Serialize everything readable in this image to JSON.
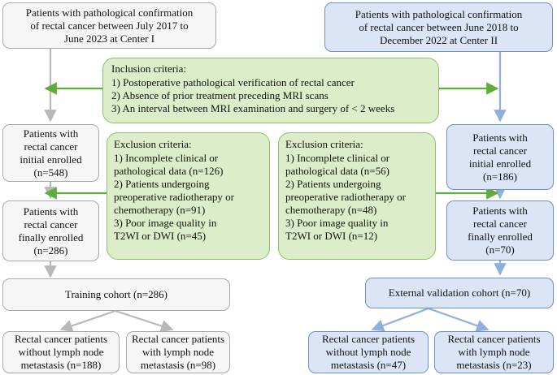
{
  "nodes": {
    "c1_source": [
      "Patients with  pathological confirmation",
      "of rectal cancer between July 2017 to",
      "June 2023 at Center I"
    ],
    "c2_source": [
      "Patients with  pathological confirmation",
      "of rectal cancer between June 2018 to",
      "December 2022 at Center II"
    ],
    "inclusion": [
      "Inclusion criteria:",
      "1) Postoperative pathological verification of rectal cancer",
      "2) Absence of prior treatment preceding MRI scans",
      "3) An interval between MRI examination and surgery of < 2 weeks"
    ],
    "c1_initial": [
      "Patients with",
      "rectal cancer",
      "initial enrolled",
      "(n=548)"
    ],
    "c2_initial": [
      "Patients with",
      "rectal cancer",
      "initial enrolled",
      "(n=186)"
    ],
    "c1_exclusion": [
      "Exclusion  criteria:",
      "1) Incomplete clinical or",
      "pathological data (n=126)",
      "2) Patients undergoing",
      "preoperative radiotherapy or",
      "chemotherapy (n=91)",
      "3) Poor image quality in",
      "T2WI or DWI (n=45)"
    ],
    "c2_exclusion": [
      "Exclusion  criteria:",
      "1) Incomplete clinical or",
      "pathological data (n=56)",
      "2) Patients undergoing",
      "preoperative radiotherapy or",
      "chemotherapy (n=48)",
      "3) Poor image quality in",
      "T2WI or DWI (n=12)"
    ],
    "c1_final": [
      "Patients with",
      "rectal cancer",
      "finally enrolled",
      "(n=286)"
    ],
    "c2_final": [
      "Patients with",
      "rectal cancer",
      "finally enrolled",
      "(n=70)"
    ],
    "training": [
      "Training cohort (n=286)"
    ],
    "validation": [
      "External validation cohort (n=70)"
    ],
    "train_neg": [
      "Rectal cancer patients",
      "without lymph node",
      "metastasis (n=188)"
    ],
    "train_pos": [
      "Rectal cancer patients",
      "with lymph node",
      "metastasis (n=98)"
    ],
    "val_neg": [
      "Rectal cancer patients",
      "without lymph node",
      "metastasis (n=47)"
    ],
    "val_pos": [
      "Rectal cancer patients",
      "with lymph node",
      "metastasis (n=23)"
    ]
  },
  "colors": {
    "center1_fill": "#f6f6f6",
    "center1_border": "#a9a9a9",
    "center1_arrow": "#b8b8b8",
    "center2_fill": "#dbe5f6",
    "center2_border": "#6f8fc9",
    "center2_arrow": "#8fb0dc",
    "criteria_fill": "#dcedca",
    "criteria_border": "#8fbf6e",
    "criteria_arrow": "#5fae3b"
  }
}
